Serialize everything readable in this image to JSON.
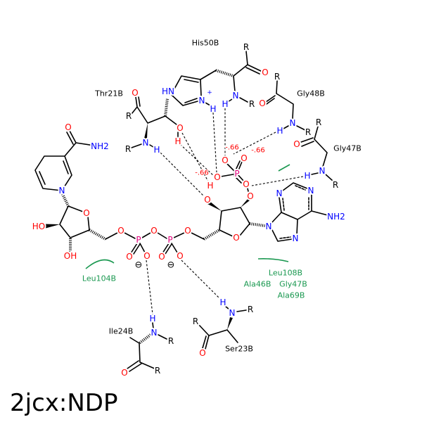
{
  "title": "2jcx:NDP",
  "residues": {
    "his50": "His50B",
    "thr21": "Thr21B",
    "gly48": "Gly48B",
    "gly47": "Gly47B",
    "ile24": "Ile24B",
    "ser23": "Ser23B"
  },
  "hydrophobic": [
    "Leu104B",
    "Leu108B",
    "Ala46B",
    "Gly47B",
    "Ala69B"
  ],
  "nmn": [
    "O",
    "NH2",
    "N",
    "O",
    "HO",
    "OH"
  ],
  "pyro": [
    "O",
    "P",
    "O",
    "P",
    "O",
    "O",
    "O",
    "O",
    "O",
    "⊖",
    "⊖"
  ],
  "adenosine": [
    "O",
    "O",
    "H",
    "O",
    "N",
    "N",
    "N",
    "N",
    "NH2"
  ],
  "phosphate": [
    "O",
    "O",
    "P",
    "O",
    "O",
    "-.66",
    "-.66",
    "-.66"
  ],
  "thr": [
    "O",
    "R",
    "N",
    "R",
    "H",
    "O",
    "H"
  ],
  "his": [
    "HN",
    "N",
    "+",
    "H",
    "N",
    "H",
    "R",
    "O",
    "R"
  ],
  "gly48": [
    "O",
    "R",
    "N",
    "H",
    "R"
  ],
  "gly47": [
    "O",
    "R",
    "N",
    "H",
    "R"
  ],
  "ile": [
    "H",
    "N",
    "R",
    "O",
    "R"
  ],
  "ser": [
    "H",
    "N",
    "R",
    "R",
    "O"
  ],
  "colors": {
    "oxygen": "#ff0000",
    "nitrogen": "#0000ff",
    "phosphorus": "#e0007a",
    "hydrophobic": "#1a9850"
  }
}
